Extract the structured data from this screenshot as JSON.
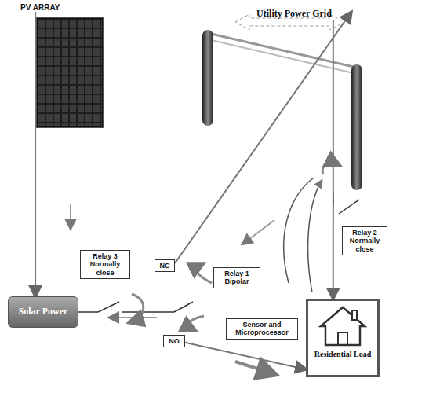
{
  "diagram": {
    "nodes": [
      {
        "text": [
          "PV ARRAY"
        ]
      },
      {
        "text": [
          "Utility Power Grid"
        ]
      },
      {
        "text": [
          "Relay 3 Normally close"
        ]
      },
      {
        "text": [
          "NC"
        ]
      },
      {
        "text": [
          "Relay 1 Bipolar"
        ]
      },
      {
        "text": [
          "Relay 2 Normally close"
        ]
      },
      {
        "text": [
          "Solar Power"
        ]
      },
      {
        "text": [
          "NO"
        ]
      },
      {
        "text": [
          "Sensor and Microprocessor"
        ]
      },
      {
        "text": [
          "Residential Load"
        ]
      }
    ],
    "edges": [
      {
        "from": 0,
        "to": 6,
        "arrow": "to"
      },
      {
        "from": 3,
        "to": 1,
        "arrow": "to"
      },
      {
        "from": 1,
        "to": 9,
        "arrow": "to"
      },
      {
        "from": 7,
        "to": 9,
        "arrow": "to"
      }
    ]
  }
}
